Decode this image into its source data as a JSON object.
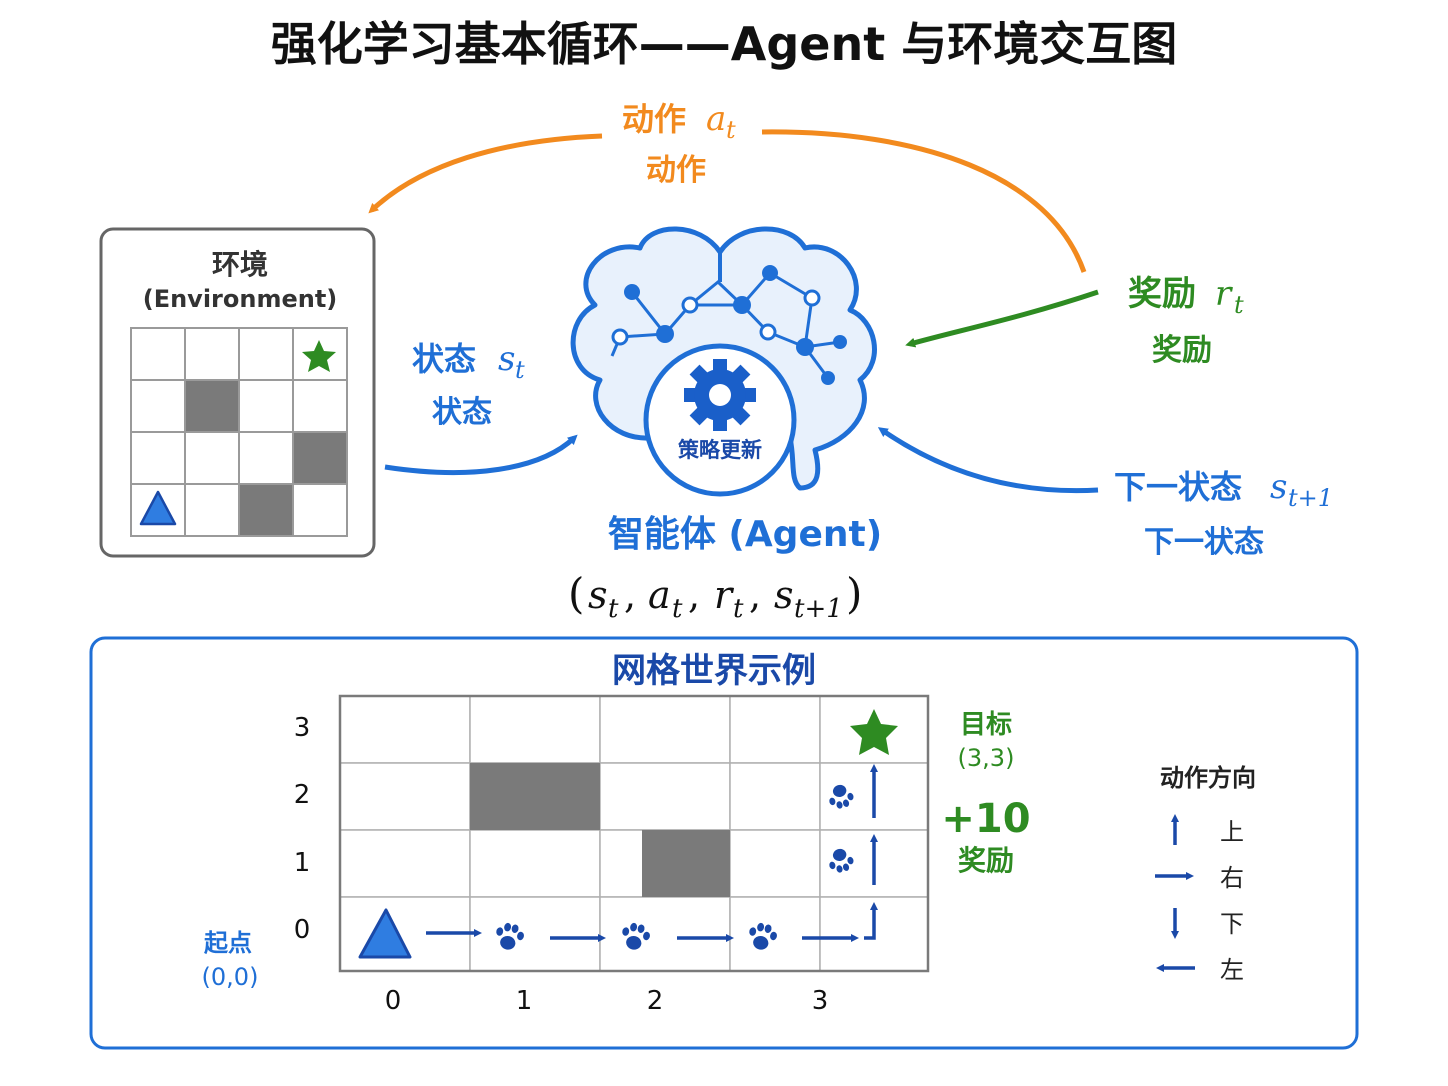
{
  "title": "强化学习基本循环——Agent 与环境交互图",
  "colors": {
    "orange": "#f28a1e",
    "green": "#2e8b22",
    "blue": "#1f6fd6",
    "dark_blue": "#1a49a8",
    "gray_box": "#6e6e6e",
    "gray_border": "#666666",
    "wall": "#7a7a7a",
    "brain_fill": "#e8f1fc",
    "text": "#111111"
  },
  "loop": {
    "action": {
      "label": "动作",
      "symbol": "a",
      "sub": "t",
      "caption": "动作"
    },
    "reward": {
      "label": "奖励",
      "symbol": "r",
      "sub": "t",
      "caption": "奖励"
    },
    "state": {
      "label": "状态",
      "symbol": "s",
      "sub": "t",
      "caption": "状态"
    },
    "next_state": {
      "label": "下一状态",
      "symbol": "s",
      "sub": "t+1",
      "caption": "下一状态"
    }
  },
  "environment": {
    "title": "环境",
    "subtitle": "(Environment)",
    "grid_size": 4,
    "walls": [
      [
        1,
        1
      ],
      [
        3,
        2
      ],
      [
        2,
        3
      ]
    ],
    "goal_icon": "star-icon",
    "start_icon": "triangle-icon"
  },
  "agent": {
    "label": "智能体 (Agent)",
    "gear_label": "策略更新",
    "brain_icon": "brain-icon",
    "gear_icon": "gear-icon"
  },
  "tuple": {
    "open": "(",
    "close": ")",
    "sep": ",",
    "items": [
      {
        "sym": "s",
        "sub": "t"
      },
      {
        "sym": "a",
        "sub": "t"
      },
      {
        "sym": "r",
        "sub": "t"
      },
      {
        "sym": "s",
        "sub": "t+1"
      }
    ]
  },
  "gridworld": {
    "title": "网格世界示例",
    "x_ticks": [
      "0",
      "1",
      "2",
      "3"
    ],
    "y_ticks": [
      "3",
      "2",
      "1",
      "0"
    ],
    "walls": [
      {
        "col": 1,
        "row": 2
      },
      {
        "col": 2,
        "row": 1
      }
    ],
    "start_label": "起点",
    "start_coord": "(0,0)",
    "goal_label": "目标",
    "goal_coord": "(3,3)",
    "reward_value": "+10",
    "reward_label": "奖励",
    "footprint_icon": "footprint-icon"
  },
  "legend": {
    "title": "动作方向",
    "items": [
      {
        "dir": "up",
        "label": "上"
      },
      {
        "dir": "right",
        "label": "右"
      },
      {
        "dir": "down",
        "label": "下"
      },
      {
        "dir": "left",
        "label": "左"
      }
    ]
  }
}
